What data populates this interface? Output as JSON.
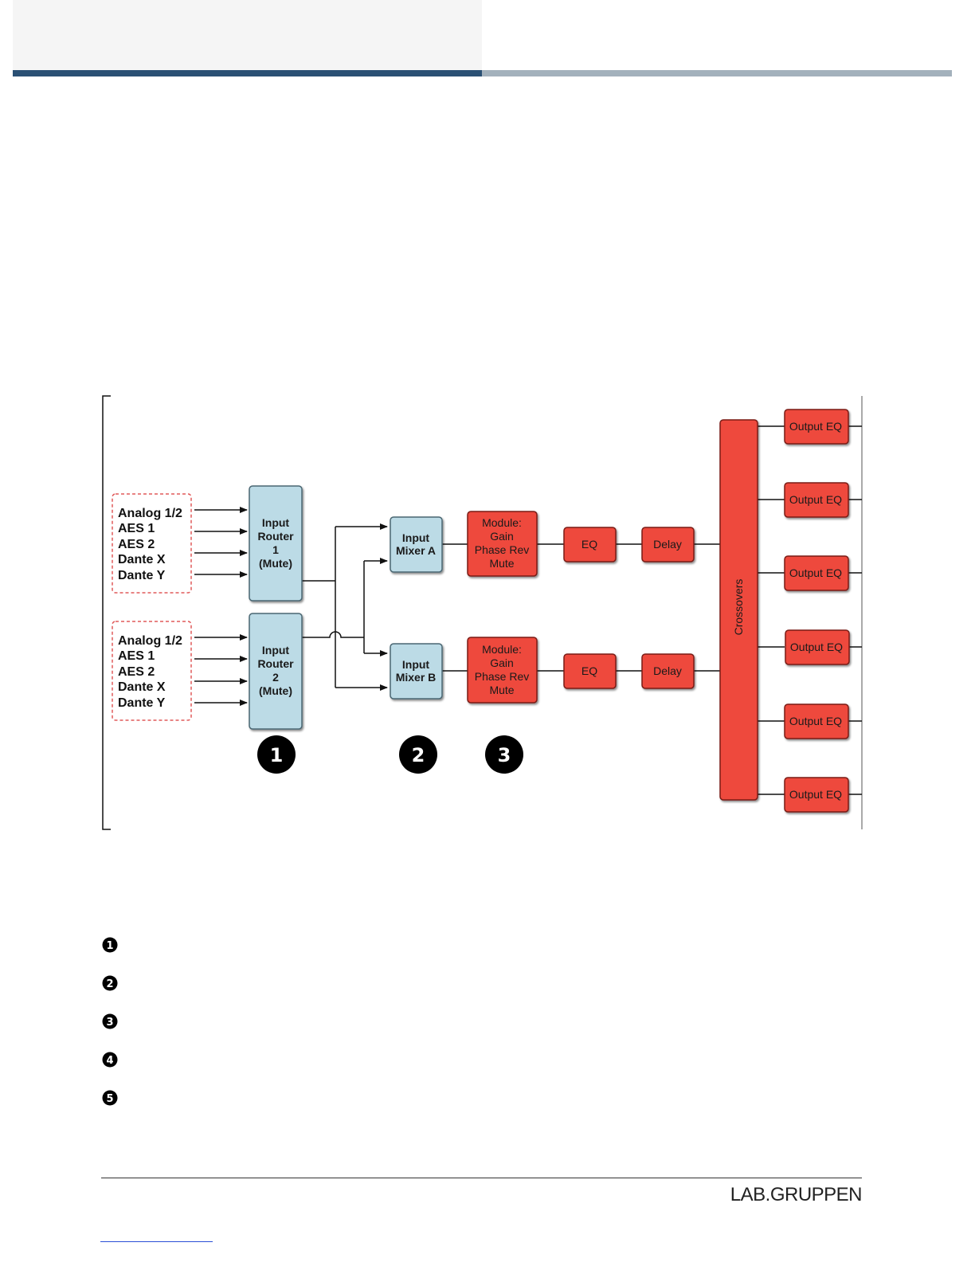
{
  "header": {
    "colors": {
      "dark": "#2a5074",
      "light": "#a3b1bc",
      "panel": "#f5f5f5"
    }
  },
  "diagram": {
    "colors": {
      "blue_fill": "#bcdbe6",
      "blue_stroke": "#4a6672",
      "red_fill": "#ee4a3d",
      "red_stroke": "#7a1a14",
      "dashed": "#e05a5a"
    },
    "source_groups": [
      {
        "items": [
          "Analog 1/2",
          "AES 1",
          "AES 2",
          "Dante X",
          "Dante Y"
        ]
      },
      {
        "items": [
          "Analog 1/2",
          "AES 1",
          "AES 2",
          "Dante X",
          "Dante Y"
        ]
      }
    ],
    "input_router_1": [
      "Input",
      "Router",
      "1",
      "(Mute)"
    ],
    "input_router_2": [
      "Input",
      "Router",
      "2",
      "(Mute)"
    ],
    "input_mixer_a": [
      "Input",
      "Mixer A"
    ],
    "input_mixer_b": [
      "Input",
      "Mixer B"
    ],
    "module_a": [
      "Module:",
      "Gain",
      "Phase Rev",
      "Mute"
    ],
    "module_b": [
      "Module:",
      "Gain",
      "Phase Rev",
      "Mute"
    ],
    "eq_label": "EQ",
    "delay_label": "Delay",
    "crossovers_label": "Crossovers",
    "output_eq_labels": [
      "Output EQ",
      "Output EQ",
      "Output EQ",
      "Output EQ",
      "Output EQ",
      "Output EQ"
    ],
    "step_markers": [
      "1",
      "2",
      "3"
    ]
  },
  "list_markers": [
    "1",
    "2",
    "3",
    "4",
    "5"
  ],
  "footer": {
    "logo_text": "LAB.GRUPPEN"
  }
}
